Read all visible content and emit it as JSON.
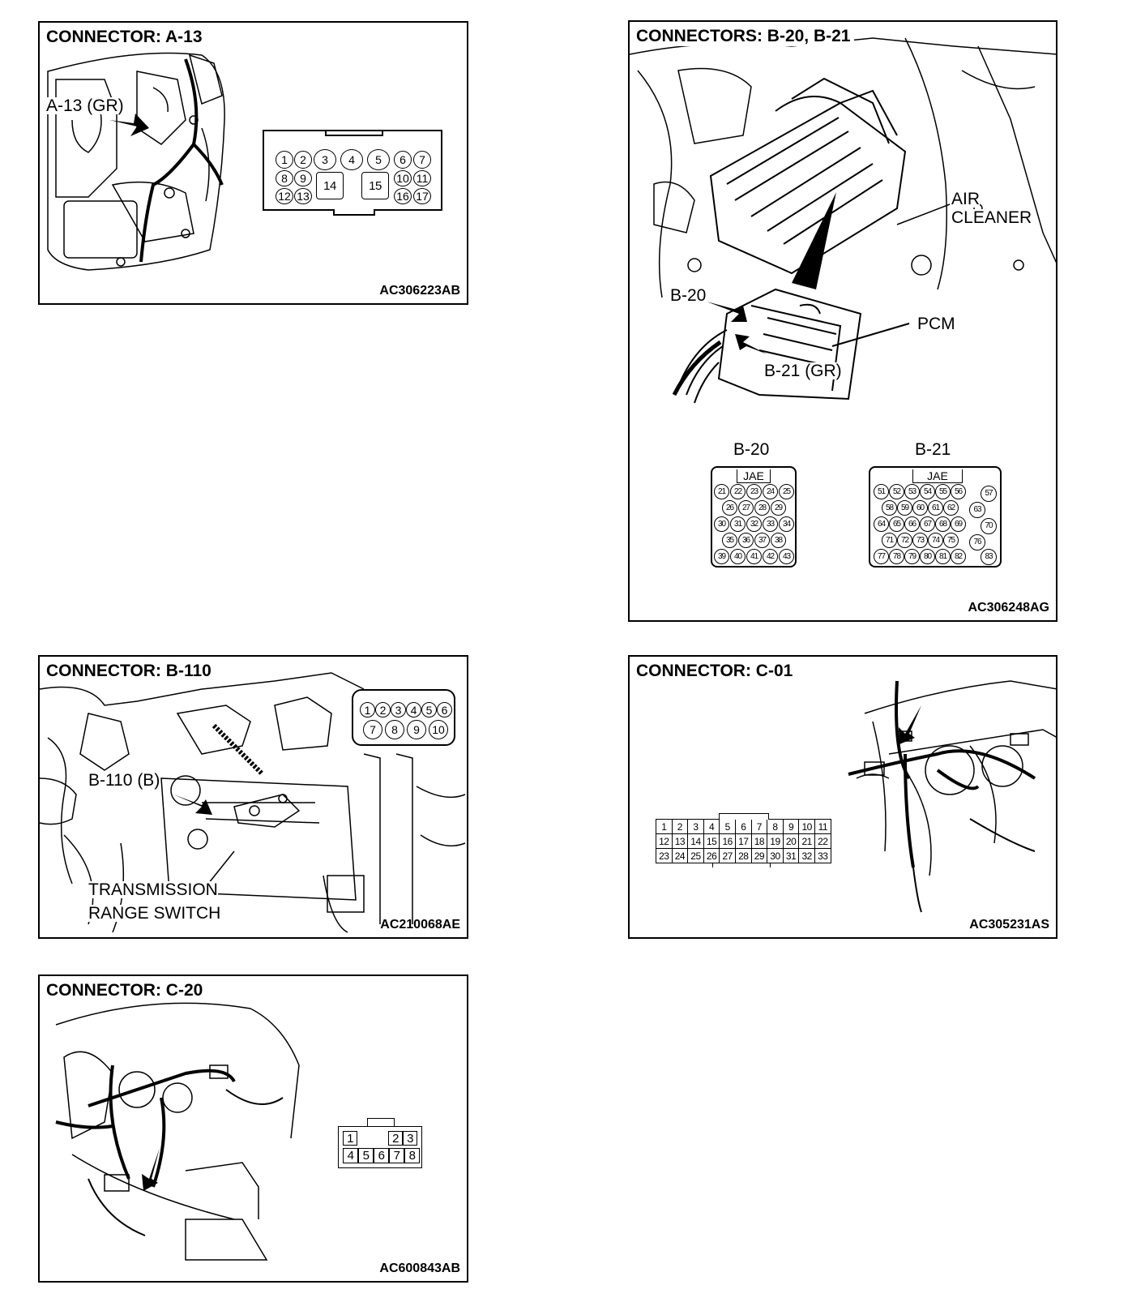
{
  "panels": {
    "a13": {
      "title": "CONNECTOR: A-13",
      "code": "AC306223AB",
      "label": "A-13 (GR)",
      "pins": [
        "1",
        "2",
        "3",
        "4",
        "5",
        "6",
        "7",
        "8",
        "9",
        "10",
        "11",
        "12",
        "13",
        "14",
        "15",
        "16",
        "17"
      ]
    },
    "b20b21": {
      "title": "CONNECTORS: B-20, B-21",
      "code": "AC306248AG",
      "air_cleaner_1": "AIR",
      "air_cleaner_2": "CLEANER",
      "label_b20": "B-20",
      "label_pcm": "PCM",
      "label_b21": "B-21 (GR)",
      "b20_title": "B-20",
      "b21_title": "B-21",
      "jae": "JAE",
      "b20_pins": [
        "21",
        "22",
        "23",
        "24",
        "25",
        "26",
        "27",
        "28",
        "29",
        "30",
        "31",
        "32",
        "33",
        "34",
        "35",
        "36",
        "37",
        "38",
        "39",
        "40",
        "41",
        "42",
        "43"
      ],
      "b21_pins": [
        "51",
        "52",
        "53",
        "54",
        "55",
        "56",
        "57",
        "58",
        "59",
        "60",
        "61",
        "62",
        "63",
        "64",
        "65",
        "66",
        "67",
        "68",
        "69",
        "70",
        "71",
        "72",
        "73",
        "74",
        "75",
        "76",
        "77",
        "78",
        "79",
        "80",
        "81",
        "82",
        "83"
      ]
    },
    "b110": {
      "title": "CONNECTOR: B-110",
      "code": "AC210068AE",
      "label": "B-110 (B)",
      "switch_1": "TRANSMISSION",
      "switch_2": "RANGE SWITCH",
      "pins": [
        "1",
        "2",
        "3",
        "4",
        "5",
        "6",
        "7",
        "8",
        "9",
        "10"
      ]
    },
    "c01": {
      "title": "CONNECTOR: C-01",
      "code": "AC305231AS",
      "pins": [
        "1",
        "2",
        "3",
        "4",
        "5",
        "6",
        "7",
        "8",
        "9",
        "10",
        "11",
        "12",
        "13",
        "14",
        "15",
        "16",
        "17",
        "18",
        "19",
        "20",
        "21",
        "22",
        "23",
        "24",
        "25",
        "26",
        "27",
        "28",
        "29",
        "30",
        "31",
        "32",
        "33"
      ]
    },
    "c20": {
      "title": "CONNECTOR: C-20",
      "code": "AC600843AB",
      "pins": [
        "1",
        "2",
        "3",
        "4",
        "5",
        "6",
        "7",
        "8"
      ]
    }
  }
}
